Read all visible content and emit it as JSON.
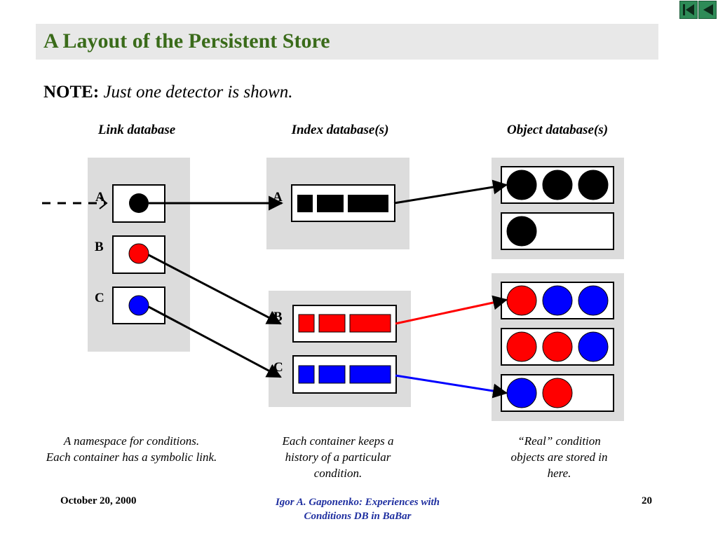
{
  "slide": {
    "title": "A Layout of the Persistent Store",
    "note_label": "NOTE:",
    "note_text": "Just one detector is shown."
  },
  "columns": {
    "link": {
      "heading": "Link database",
      "caption_lines": [
        "A namespace for conditions.",
        "Each container has a symbolic link."
      ]
    },
    "index": {
      "heading": "Index database(s)",
      "caption_lines": [
        "Each container keeps a",
        "history of a particular",
        "condition."
      ]
    },
    "object": {
      "heading": "Object database(s)",
      "caption_lines": [
        "“Real” condition",
        "objects are stored in",
        "here."
      ]
    }
  },
  "diagram": {
    "link_labels": [
      "A",
      "B",
      "C"
    ],
    "index_labels": [
      "A",
      "B",
      "C"
    ],
    "colors": {
      "black": "#000000",
      "red": "#ff0000",
      "blue": "#0000ff",
      "panel": "#dcdcdc"
    },
    "object_rows": [
      [
        "black",
        "black",
        "black"
      ],
      [
        "black"
      ],
      [
        "red",
        "blue",
        "blue"
      ],
      [
        "red",
        "red",
        "blue"
      ],
      [
        "blue",
        "red"
      ]
    ]
  },
  "footer": {
    "date": "October 20, 2000",
    "author_line1": "Igor A. Gaponenko: Experiences with",
    "author_line2": "Conditions DB in BaBar",
    "page": "20"
  },
  "nav": {
    "icons": [
      "first-slide-icon",
      "previous-slide-icon"
    ]
  }
}
